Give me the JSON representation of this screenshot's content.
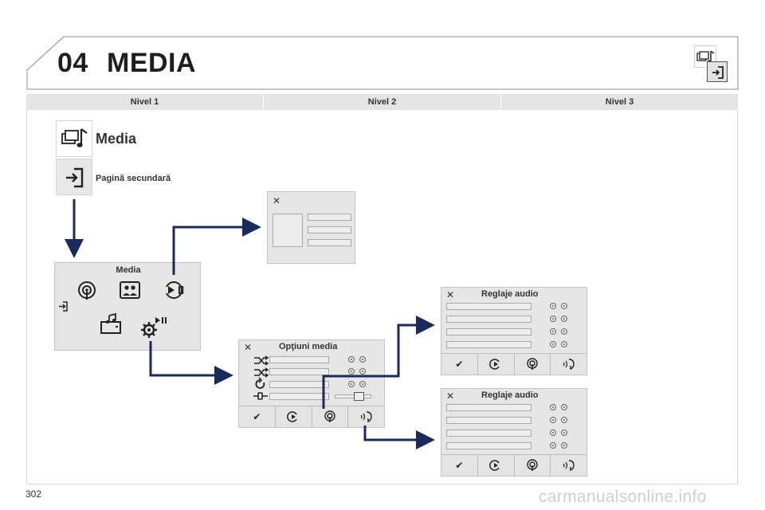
{
  "header": {
    "chapter_number": "04",
    "chapter_title": "MEDIA"
  },
  "levels": [
    "Nivel 1",
    "Nivel 2",
    "Nivel 3"
  ],
  "level1": {
    "media_label": "Media",
    "secondary_label": "Pagină secundară",
    "menu_panel_title": "Media"
  },
  "level2": {
    "options_panel_title": "Opţiuni media"
  },
  "level3": {
    "audio_panel_title_1": "Reglaje audio",
    "audio_panel_title_2": "Reglaje audio"
  },
  "icons": {
    "close": "✕",
    "check": "✔"
  },
  "colors": {
    "arrow": "#1b2a5a",
    "panel_bg": "#e6e6e6"
  },
  "footer": {
    "page_number": "302",
    "watermark": "carmanualsonline.info"
  }
}
